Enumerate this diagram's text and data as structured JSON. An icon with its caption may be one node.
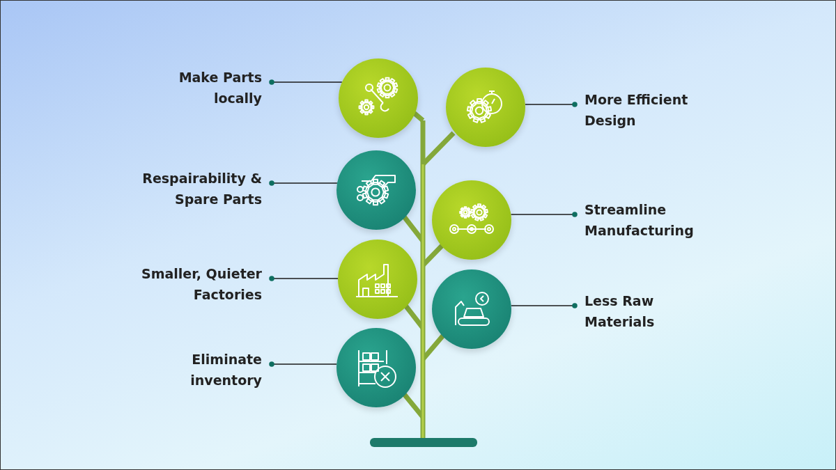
{
  "diagram": {
    "nodes": [
      {
        "text": [
          "Make Parts locally"
        ]
      },
      {
        "text": [
          "More Efficient Design"
        ]
      },
      {
        "text": [
          "Respairability & Spare Parts"
        ]
      },
      {
        "text": [
          "Streamline Manufacturing"
        ]
      },
      {
        "text": [
          "Smaller, Quieter Factories"
        ]
      },
      {
        "text": [
          "Less Raw Materials"
        ]
      },
      {
        "text": [
          "Eliminate inventory"
        ]
      },
      {
        "text": [],
        "shape": "circle"
      },
      {
        "text": [],
        "shape": "circle"
      },
      {
        "text": [],
        "shape": "circle"
      },
      {
        "text": [],
        "shape": "circle"
      },
      {
        "text": [],
        "shape": "circle"
      },
      {
        "text": [],
        "shape": "circle"
      },
      {
        "text": [],
        "shape": "circle"
      }
    ],
    "edges": [
      {
        "from": 0,
        "to": 7,
        "arrow": "other"
      },
      {
        "from": 1,
        "to": 8,
        "arrow": "other"
      },
      {
        "from": 2,
        "to": 9,
        "arrow": "other"
      },
      {
        "from": 3,
        "to": 10,
        "arrow": "other"
      },
      {
        "from": 4,
        "to": 11,
        "arrow": "other"
      },
      {
        "from": 5,
        "to": 12,
        "arrow": "other"
      },
      {
        "from": 6,
        "to": 13,
        "arrow": "other"
      }
    ]
  }
}
